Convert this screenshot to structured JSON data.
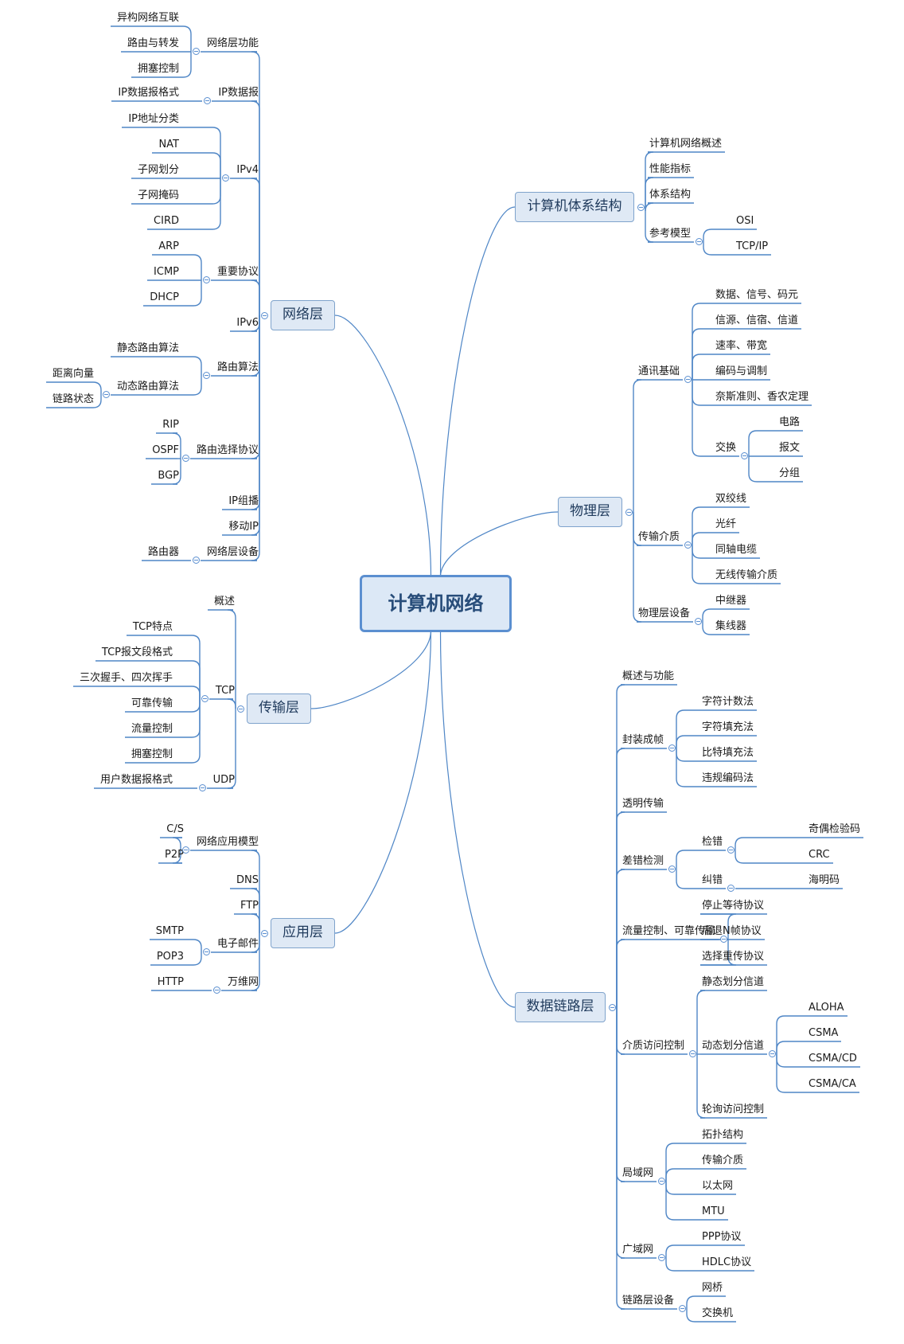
{
  "root": "计算机网络",
  "left": [
    {
      "id": "wl",
      "label": "网络层",
      "children": [
        {
          "label": "网络层功能",
          "children": [
            {
              "label": "异构网络互联"
            },
            {
              "label": "路由与转发"
            },
            {
              "label": "拥塞控制"
            }
          ]
        },
        {
          "label": "IP数据报",
          "children": [
            {
              "label": "IP数据报格式"
            }
          ]
        },
        {
          "label": "IPv4",
          "children": [
            {
              "label": "IP地址分类"
            },
            {
              "label": "NAT"
            },
            {
              "label": "子网划分"
            },
            {
              "label": "子网掩码"
            },
            {
              "label": "CIRD"
            }
          ]
        },
        {
          "label": "重要协议",
          "children": [
            {
              "label": "ARP"
            },
            {
              "label": "ICMP"
            },
            {
              "label": "DHCP"
            }
          ]
        },
        {
          "label": "IPv6"
        },
        {
          "label": "路由算法",
          "children": [
            {
              "label": "静态路由算法"
            },
            {
              "label": "动态路由算法",
              "children": [
                {
                  "label": "距离向量"
                },
                {
                  "label": "链路状态"
                }
              ]
            }
          ]
        },
        {
          "label": "路由选择协议",
          "children": [
            {
              "label": "RIP"
            },
            {
              "label": "OSPF"
            },
            {
              "label": "BGP"
            }
          ]
        },
        {
          "label": "IP组播"
        },
        {
          "label": "移动IP"
        },
        {
          "label": "网络层设备",
          "children": [
            {
              "label": "路由器"
            }
          ]
        }
      ]
    },
    {
      "id": "cs",
      "label": "传输层",
      "children": [
        {
          "label": "概述"
        },
        {
          "label": "TCP",
          "children": [
            {
              "label": "TCP特点"
            },
            {
              "label": "TCP报文段格式"
            },
            {
              "label": "三次握手、四次挥手"
            },
            {
              "label": "可靠传输"
            },
            {
              "label": "流量控制"
            },
            {
              "label": "拥塞控制"
            }
          ]
        },
        {
          "label": "UDP",
          "children": [
            {
              "label": "用户数据报格式"
            }
          ]
        }
      ]
    },
    {
      "id": "yy",
      "label": "应用层",
      "children": [
        {
          "label": "网络应用模型",
          "children": [
            {
              "label": "C/S"
            },
            {
              "label": "P2P"
            }
          ]
        },
        {
          "label": "DNS"
        },
        {
          "label": "FTP"
        },
        {
          "label": "电子邮件",
          "children": [
            {
              "label": "SMTP"
            },
            {
              "label": "POP3"
            }
          ]
        },
        {
          "label": "万维网",
          "children": [
            {
              "label": "HTTP"
            }
          ]
        }
      ]
    }
  ],
  "right": [
    {
      "id": "tx",
      "label": "计算机体系结构",
      "children": [
        {
          "label": "计算机网络概述"
        },
        {
          "label": "性能指标"
        },
        {
          "label": "体系结构"
        },
        {
          "label": "参考模型",
          "children": [
            {
              "label": "OSI"
            },
            {
              "label": "TCP/IP"
            }
          ]
        }
      ]
    },
    {
      "id": "wlc",
      "label": "物理层",
      "children": [
        {
          "label": "通讯基础",
          "children": [
            {
              "label": "数据、信号、码元"
            },
            {
              "label": "信源、信宿、信道"
            },
            {
              "label": "速率、带宽"
            },
            {
              "label": "编码与调制"
            },
            {
              "label": "奈斯准则、香农定理"
            },
            {
              "label": "交换",
              "children": [
                {
                  "label": "电路"
                },
                {
                  "label": "报文"
                },
                {
                  "label": "分组"
                }
              ]
            }
          ]
        },
        {
          "label": "传输介质",
          "children": [
            {
              "label": "双绞线"
            },
            {
              "label": "光纤"
            },
            {
              "label": "同轴电缆"
            },
            {
              "label": "无线传输介质"
            }
          ]
        },
        {
          "label": "物理层设备",
          "children": [
            {
              "label": "中继器"
            },
            {
              "label": "集线器"
            }
          ]
        }
      ]
    },
    {
      "id": "sj",
      "label": "数据链路层",
      "children": [
        {
          "label": "概述与功能"
        },
        {
          "label": "封装成帧",
          "children": [
            {
              "label": "字符计数法"
            },
            {
              "label": "字符填充法"
            },
            {
              "label": "比特填充法"
            },
            {
              "label": "违规编码法"
            }
          ]
        },
        {
          "label": "透明传输"
        },
        {
          "label": "差错检测",
          "children": [
            {
              "label": "检错",
              "children": [
                {
                  "label": "奇偶检验码"
                },
                {
                  "label": "CRC"
                }
              ]
            },
            {
              "label": "纠错",
              "children": [
                {
                  "label": "海明码"
                }
              ]
            }
          ]
        },
        {
          "label": "流量控制、可靠传输",
          "children": [
            {
              "label": "停止等待协议"
            },
            {
              "label": "后退N帧协议"
            },
            {
              "label": "选择重传协议"
            }
          ]
        },
        {
          "label": "介质访问控制",
          "children": [
            {
              "label": "静态划分信道"
            },
            {
              "label": "动态划分信道",
              "children": [
                {
                  "label": "ALOHA"
                },
                {
                  "label": "CSMA"
                },
                {
                  "label": "CSMA/CD"
                },
                {
                  "label": "CSMA/CA"
                }
              ]
            },
            {
              "label": "轮询访问控制"
            }
          ]
        },
        {
          "label": "局域网",
          "children": [
            {
              "label": "拓扑结构"
            },
            {
              "label": "传输介质"
            },
            {
              "label": "以太网"
            },
            {
              "label": "MTU"
            }
          ]
        },
        {
          "label": "广域网",
          "children": [
            {
              "label": "PPP协议"
            },
            {
              "label": "HDLC协议"
            }
          ]
        },
        {
          "label": "链路层设备",
          "children": [
            {
              "label": "网桥"
            },
            {
              "label": "交换机"
            }
          ]
        }
      ]
    }
  ]
}
